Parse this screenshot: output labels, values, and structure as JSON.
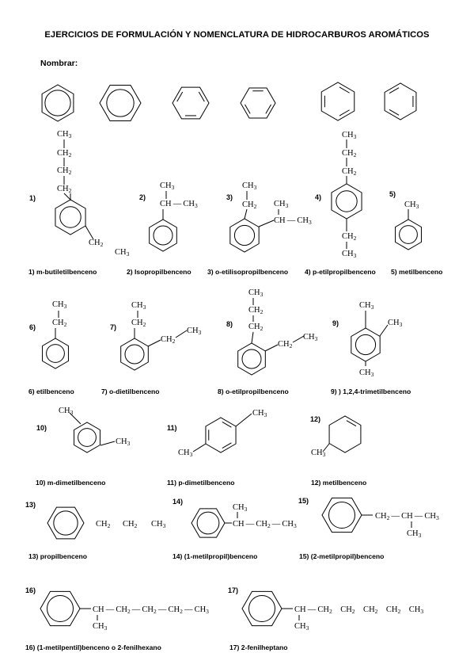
{
  "title": "EJERCICIOS DE FORMULACIÓN Y NOMENCLATURA DE HIDROCARBUROS AROMÁTICOS",
  "instruction": "Nombrar:",
  "labels": {
    "CH3": "CH3",
    "CH2": "CH2",
    "CH": "CH",
    "CH_CH3": "CH — CH3",
    "CH_CH2_CH3": "CH — CH2 — CH3",
    "CH2_CH_CH3": "CH2 — CH — CH3",
    "chain16": "CH — CH2 — CH2 — CH2 — CH3",
    "chain17": "CH — CH2 CH2 CH2 CH2 CH3"
  },
  "exercises": [
    {
      "num": "1)",
      "answer": "1)  m-butiletilbenceno"
    },
    {
      "num": "2)",
      "answer": "2)  Isopropilbenceno"
    },
    {
      "num": "3)",
      "answer": "3)  o-etilisopropilbenceno"
    },
    {
      "num": "4)",
      "answer": "4)  p-etilpropilbenceno"
    },
    {
      "num": "5)",
      "answer": "5)  metilbenceno"
    },
    {
      "num": "6)",
      "answer": "6)  etilbenceno"
    },
    {
      "num": "7)",
      "answer": "7)  o-dietilbenceno"
    },
    {
      "num": "8)",
      "answer": "8)  o-etilpropilbenceno"
    },
    {
      "num": "9)",
      "answer": "9) )  1,2,4-trimetilbenceno"
    },
    {
      "num": "10)",
      "answer": "10)  m-dimetilbenceno"
    },
    {
      "num": "11)",
      "answer": "11)  p-dimetilbenceno"
    },
    {
      "num": "12)",
      "answer": "12)  metilbenceno"
    },
    {
      "num": "13)",
      "answer": "13)  propilbenceno"
    },
    {
      "num": "14)",
      "answer": "14)  (1-metilpropil)benceno"
    },
    {
      "num": "15)",
      "answer": "15)  (2-metilpropil)benceno"
    },
    {
      "num": "16)",
      "answer": "16)  (1-metilpentil)benceno   o  2-fenilhexano"
    },
    {
      "num": "17)",
      "answer": "17)  2-fenilheptano"
    }
  ]
}
